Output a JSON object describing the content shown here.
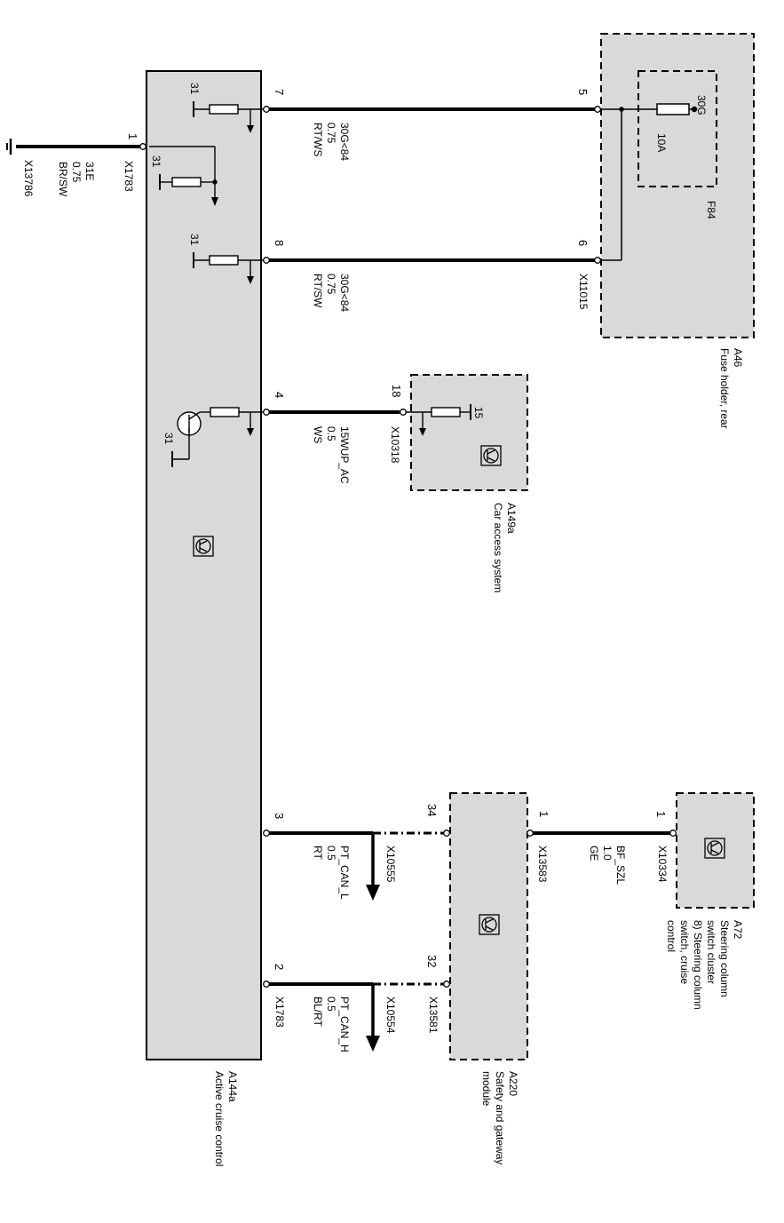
{
  "colors": {
    "box_fill": "#d9d9d9",
    "line": "#000000",
    "background": "#ffffff"
  },
  "components": {
    "a144a": {
      "id": "A144a",
      "name": "Active cruise control"
    },
    "a46": {
      "id": "A46",
      "name": "Fuse holder, rear"
    },
    "a149a": {
      "id": "A149a",
      "name": "Car access system"
    },
    "a220": {
      "id": "A220",
      "name_line1": "Safety and gateway",
      "name_line2": "module"
    },
    "a72": {
      "id": "A72",
      "name_line1": "Steering column",
      "name_line2": "switch cluster",
      "name_line3": "8) Steering column",
      "name_line4": "switch, cruise",
      "name_line5": "control"
    }
  },
  "fuse": {
    "id": "F84",
    "rating": "10A",
    "supply": "30G"
  },
  "connectors": {
    "x1783": "X1783",
    "x11015": "X11015",
    "x10318": "X10318",
    "x13583": "X13583",
    "x13581": "X13581",
    "x10334": "X10334",
    "x13786": "X13786",
    "x10555": "X10555",
    "x10554": "X10554"
  },
  "pins": {
    "a144a_1": "1",
    "a144a_7": "7",
    "a144a_8": "8",
    "a144a_4": "4",
    "a144a_3": "3",
    "a144a_2": "2",
    "a46_5": "5",
    "a46_6": "6",
    "a149a_18": "18",
    "a220_34": "34",
    "a220_32": "32",
    "a220_1": "1",
    "a72_1": "1"
  },
  "ground_labels": {
    "g1": "31",
    "g2": "31",
    "g3": "31",
    "g4": "31",
    "term15": "15"
  },
  "wires": {
    "w_ground": {
      "signal": "31E",
      "gauge": "0.75",
      "color": "BR/SW"
    },
    "w7": {
      "signal": "30G<84",
      "gauge": "0.75",
      "color": "RT/WS"
    },
    "w8": {
      "signal": "30G<84",
      "gauge": "0.75",
      "color": "RT/SW"
    },
    "w4": {
      "signal": "15WUP_AC",
      "gauge": "0.5",
      "color": "WS"
    },
    "w3": {
      "signal": "PT_CAN_L",
      "gauge": "0.5",
      "color": "RT"
    },
    "w2": {
      "signal": "PT_CAN_H",
      "gauge": "0.5",
      "color": "BL/RT"
    },
    "w_bf": {
      "signal": "BF_SZL",
      "gauge": "1.0",
      "color": "GE"
    }
  }
}
